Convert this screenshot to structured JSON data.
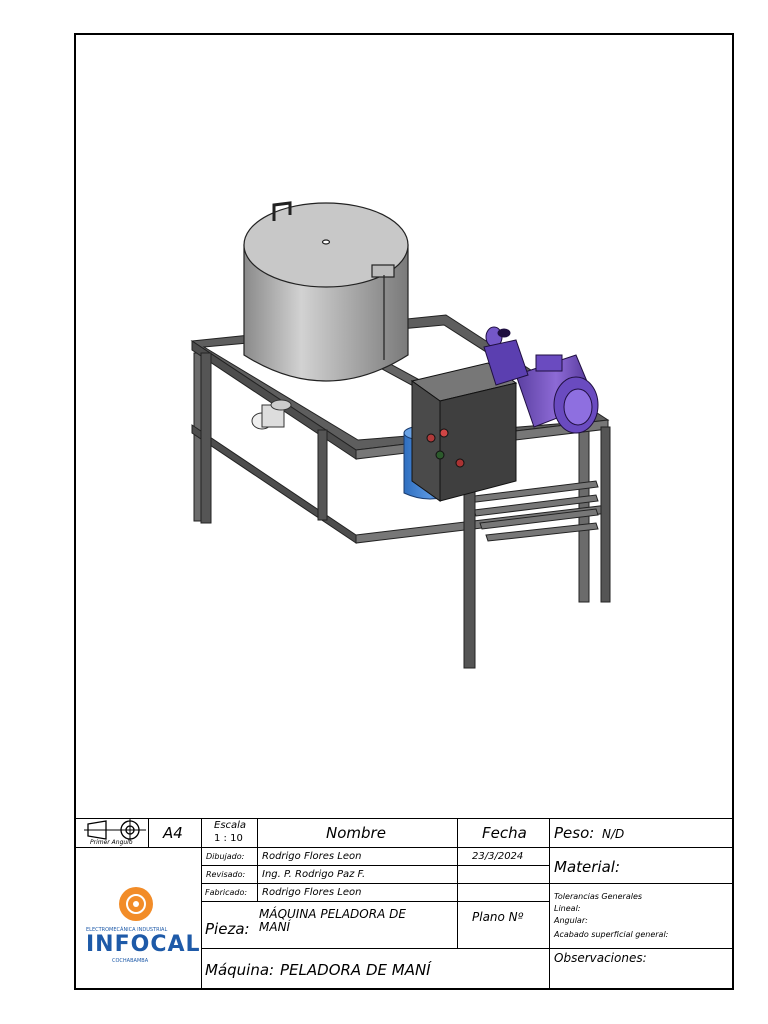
{
  "title_block": {
    "projection_label": "Primer Angulo",
    "sheet_size": "A4",
    "scale_label": "Escala",
    "scale_value": "1 : 10",
    "name_header": "Nombre",
    "date_header": "Fecha",
    "weight_label": "Peso:",
    "weight_value": "N/D",
    "material_label": "Material:",
    "rows": [
      {
        "role": "Dibujado:",
        "name": "Rodrigo Flores Leon",
        "date": "23/3/2024"
      },
      {
        "role": "Revisado:",
        "name": "Ing. P. Rodrigo Paz F.",
        "date": ""
      },
      {
        "role": "Fabricado:",
        "name": "Rodrigo Flores Leon",
        "date": ""
      }
    ],
    "piece_label": "Pieza:",
    "piece_value": "MÁQUINA PELADORA DE MANÍ",
    "plan_label": "Plano Nº",
    "tolerances_title": "Tolerancias Generales",
    "linear_label": "Lineal:",
    "angular_label": "Angular:",
    "finish_label": "Acabado superficial general:",
    "machine_label": "Máquina:",
    "machine_value": "PELADORA DE MANÍ",
    "observations_label": "Observaciones:",
    "logo": {
      "small_text": "ELECTROMECÁNICA INDUSTRIAL",
      "brand": "INFOCAL",
      "city": "COCHABAMBA",
      "orange": "#f28c28",
      "blue": "#1e5aa8"
    }
  }
}
